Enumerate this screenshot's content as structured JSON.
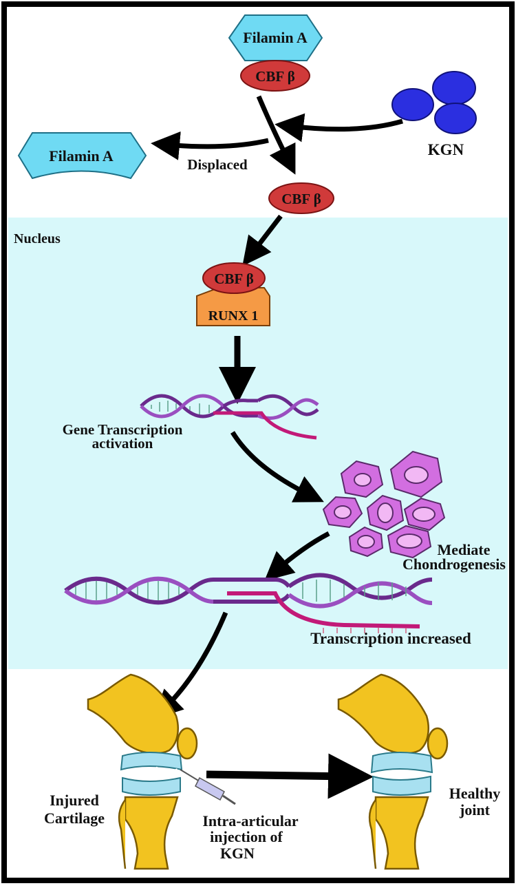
{
  "labels": {
    "filamin_top": "Filamin A",
    "cbf_top": "CBF β",
    "kgn": "KGN",
    "filamin_displaced": "Filamin A",
    "displaced": "Displaced",
    "cbf_mid": "CBF β",
    "nucleus": "Nucleus",
    "cbf_runx": "CBF β",
    "runx1": "RUNX 1",
    "gene_transcription_1": "Gene Transcription",
    "gene_transcription_2": "activation",
    "mediate_1": "Mediate",
    "mediate_2": "Chondrogenesis",
    "transcription_increased": "Transcription increased",
    "injured_1": "Injured",
    "injured_2": "Cartilage",
    "injection_1": "Intra-articular",
    "injection_2": "injection of",
    "injection_3": "KGN",
    "healthy_1": "Healthy",
    "healthy_2": "joint"
  },
  "colors": {
    "border": "#000000",
    "nucleus_bg": "#d8f8fa",
    "filamin": "#6fdaf3",
    "cbf": "#d03a3a",
    "kgn": "#2b2fe0",
    "runx": "#f59a45",
    "cell": "#d26ee0",
    "cell_nucleus": "#f2b8f4",
    "dna": "#6a2a8c",
    "mrna": "#c21a78",
    "bone": "#f2c320",
    "cartilage": "#a8e0f0"
  }
}
